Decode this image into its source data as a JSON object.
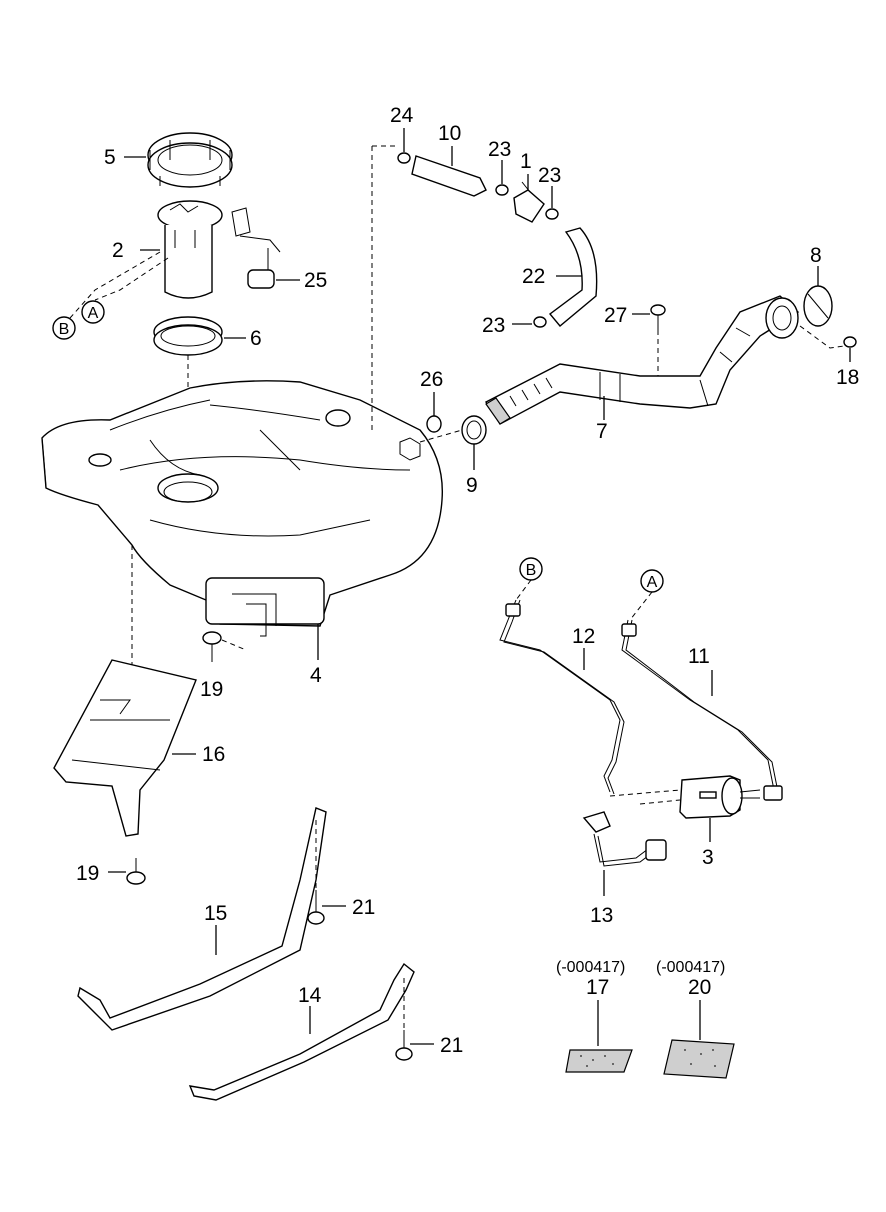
{
  "callouts": {
    "p1": "1",
    "p2": "2",
    "p3": "3",
    "p4": "4",
    "p5": "5",
    "p6": "6",
    "p7": "7",
    "p8": "8",
    "p9": "9",
    "p10": "10",
    "p11": "11",
    "p12": "12",
    "p13": "13",
    "p14": "14",
    "p15": "15",
    "p16": "16",
    "p17": "17",
    "p18": "18",
    "p19a": "19",
    "p19b": "19",
    "p20": "20",
    "p21a": "21",
    "p21b": "21",
    "p22": "22",
    "p23a": "23",
    "p23b": "23",
    "p23c": "23",
    "p24": "24",
    "p25": "25",
    "p26": "26",
    "p27": "27"
  },
  "connectors": {
    "A1": "A",
    "B1": "B",
    "A2": "A",
    "B2": "B"
  },
  "notes": {
    "n17": "(-000417)",
    "n20": "(-000417)"
  }
}
